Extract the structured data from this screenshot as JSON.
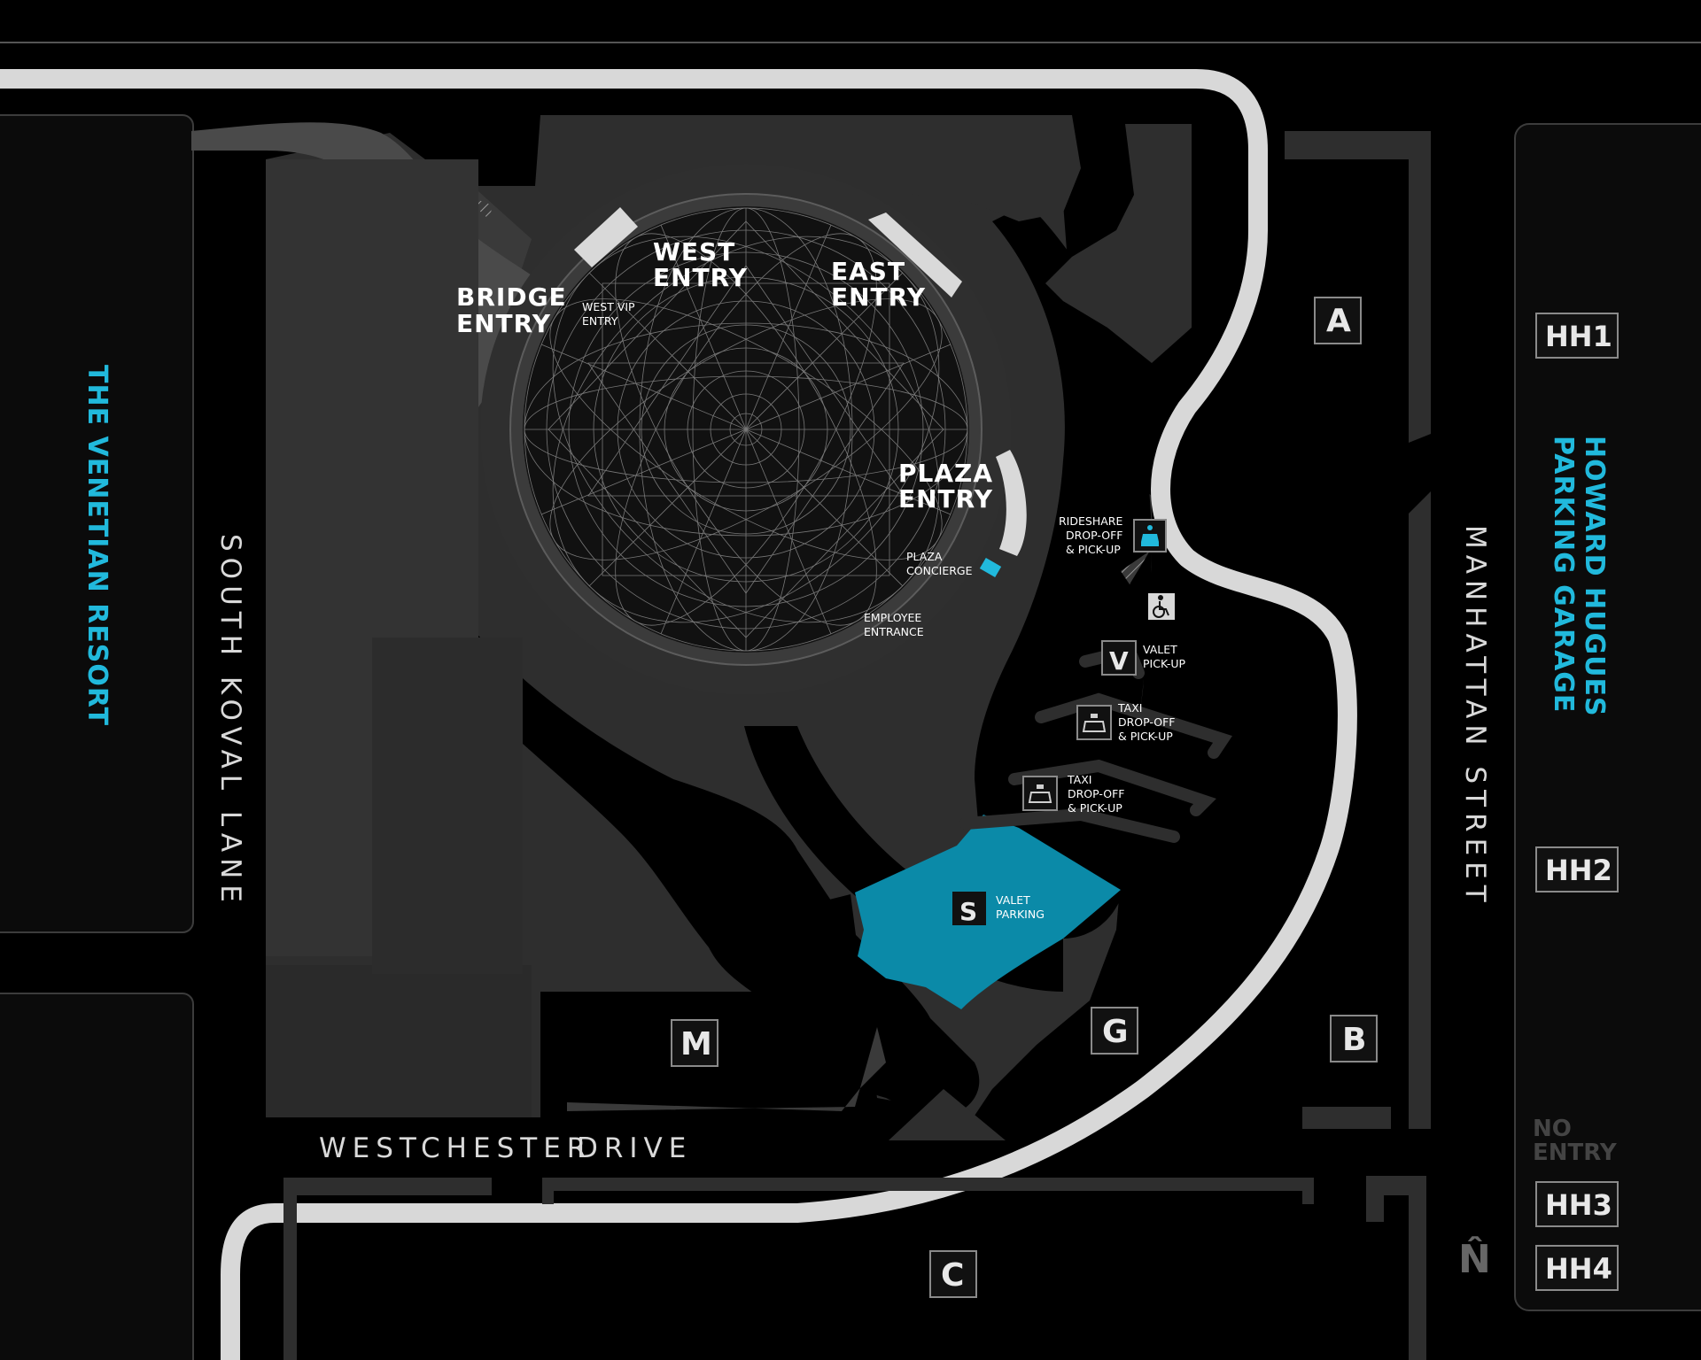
{
  "places": {
    "venetian": "THE VENETIAN RESORT",
    "howard_hughes_line1": "HOWARD HUGUES",
    "howard_hughes_line2": "PARKING GARAGE"
  },
  "streets": {
    "koval": "SOUTH KOVAL LANE",
    "manhattan": "MANHATTAN STREET",
    "westchester_1": "WESTCHESTER",
    "westchester_2": "DRIVE"
  },
  "entries": {
    "bridge_1": "BRIDGE",
    "bridge_2": "ENTRY",
    "west_1": "WEST",
    "west_2": "ENTRY",
    "east_1": "EAST",
    "east_2": "ENTRY",
    "plaza_1": "PLAZA",
    "plaza_2": "ENTRY",
    "west_vip_1": "WEST VIP",
    "west_vip_2": "ENTRY",
    "plaza_concierge_1": "PLAZA",
    "plaza_concierge_2": "CONCIERGE",
    "employee_1": "EMPLOYEE",
    "employee_2": "ENTRANCE"
  },
  "services": {
    "rideshare_1": "RIDESHARE",
    "rideshare_2": "DROP-OFF",
    "rideshare_3": "& PICK-UP",
    "valet_pickup_letter": "V",
    "valet_pickup_1": "VALET",
    "valet_pickup_2": "PICK-UP",
    "taxi1_1": "TAXI",
    "taxi1_2": "DROP-OFF",
    "taxi1_3": "& PICK-UP",
    "taxi2_1": "TAXI",
    "taxi2_2": "DROP-OFF",
    "taxi2_3": "& PICK-UP",
    "valet_parking_letter": "S",
    "valet_parking_1": "VALET",
    "valet_parking_2": "PARKING"
  },
  "lots": {
    "a": "A",
    "b": "B",
    "c": "C",
    "g": "G",
    "m": "M"
  },
  "garage_levels": {
    "hh1": "HH1",
    "hh2": "HH2",
    "hh3": "HH3",
    "hh4": "HH4",
    "no_entry_1": "NO",
    "no_entry_2": "ENTRY"
  },
  "compass": "N̂",
  "icons": [
    "rideshare-car-icon",
    "accessible-icon",
    "taxi-icon",
    "north-arrow-icon"
  ],
  "colors": {
    "background": "#000000",
    "ground": "#2e2e2e",
    "sphere": "#3a3a3a",
    "route": "#d8d8d8",
    "accent": "#21b9dc",
    "valet_lot": "#0b8aa8"
  }
}
